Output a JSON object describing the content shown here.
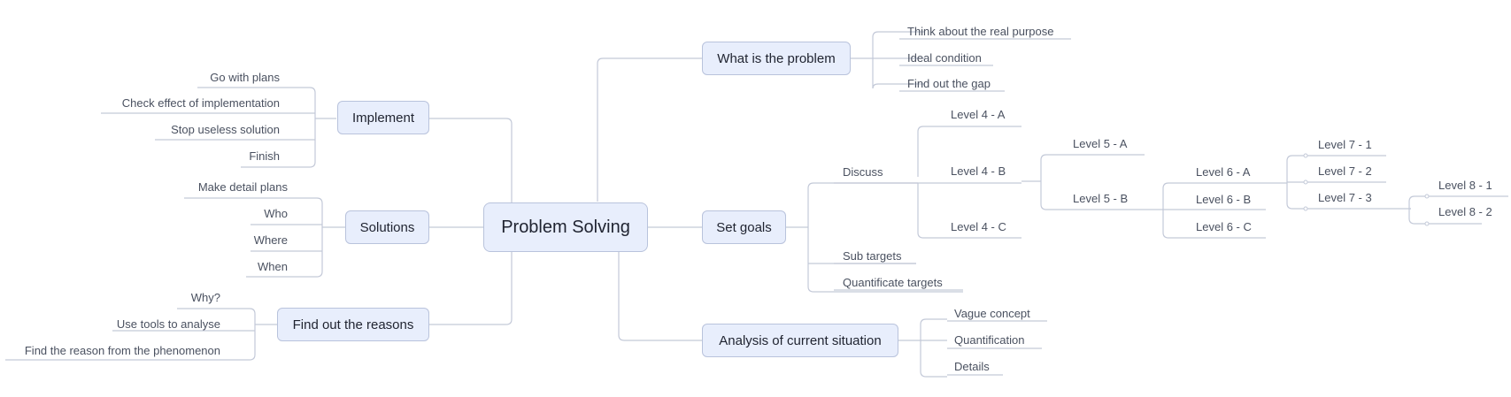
{
  "diagram": {
    "root": "Problem Solving",
    "right": {
      "problem": {
        "label": "What is the problem",
        "children": [
          "Think about the real purpose",
          "Ideal condition",
          "Find out the gap"
        ]
      },
      "goals": {
        "label": "Set goals",
        "discuss": "Discuss",
        "level4": [
          "Level 4 - A",
          "Level 4 - B",
          "Level 4 - C"
        ],
        "level5": [
          "Level 5 - A",
          "Level 5 - B"
        ],
        "level6": [
          "Level 6 - A",
          "Level 6 - B",
          "Level 6 - C"
        ],
        "level7": [
          "Level 7 - 1",
          "Level 7 - 2",
          "Level 7 - 3"
        ],
        "level8": [
          "Level 8 - 1",
          "Level 8 - 2"
        ],
        "sub_targets": "Sub targets",
        "quantificate": "Quantificate targets"
      },
      "analysis": {
        "label": "Analysis of current situation",
        "children": [
          "Vague concept",
          "Quantification",
          "Details"
        ]
      }
    },
    "left": {
      "implement": {
        "label": "Implement",
        "children": [
          "Go with plans",
          "Check effect of implementation",
          "Stop useless solution",
          "Finish"
        ]
      },
      "solutions": {
        "label": "Solutions",
        "children": [
          "Make detail plans",
          "Who",
          "Where",
          "When"
        ]
      },
      "reasons": {
        "label": "Find out the reasons",
        "children": [
          "Why?",
          "Use tools to analyse",
          "Find the reason from the phenomenon"
        ]
      }
    }
  },
  "colors": {
    "node_fill": "#e8eefc",
    "node_border": "#b9c3dc",
    "line": "#c3c9d8",
    "text": "#1f2330",
    "leaf_text": "#4a5160"
  }
}
